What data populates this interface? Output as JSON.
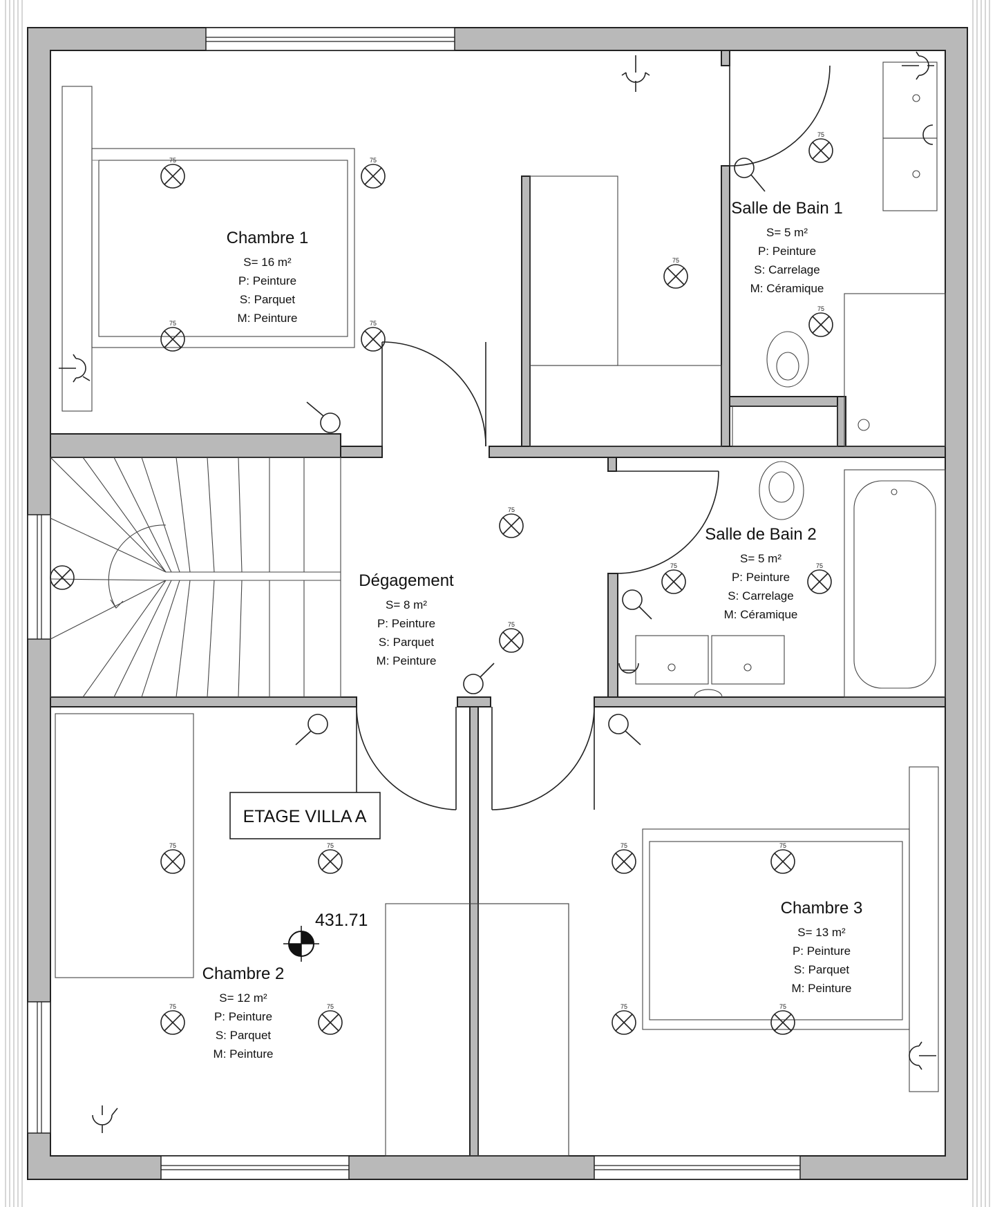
{
  "plan_title": "ETAGE VILLA A",
  "elevation_marker": "431.71",
  "light_fixture_label": "75",
  "rooms": [
    {
      "id": "chambre1",
      "name": "Chambre 1",
      "surface": "S= 16 m²",
      "plafond": "P: Peinture",
      "sol": "S: Parquet",
      "mur": "M: Peinture"
    },
    {
      "id": "sdb1",
      "name": "Salle de Bain 1",
      "surface": "S= 5 m²",
      "plafond": "P: Peinture",
      "sol": "S: Carrelage",
      "mur": "M: Céramique"
    },
    {
      "id": "degagement",
      "name": "Dégagement",
      "surface": "S= 8 m²",
      "plafond": "P: Peinture",
      "sol": "S: Parquet",
      "mur": "M: Peinture"
    },
    {
      "id": "sdb2",
      "name": "Salle de Bain 2",
      "surface": "S= 5 m²",
      "plafond": "P: Peinture",
      "sol": "S: Carrelage",
      "mur": "M: Céramique"
    },
    {
      "id": "chambre2",
      "name": "Chambre 2",
      "surface": "S= 12 m²",
      "plafond": "P: Peinture",
      "sol": "S: Parquet",
      "mur": "M: Peinture"
    },
    {
      "id": "chambre3",
      "name": "Chambre 3",
      "surface": "S= 13 m²",
      "plafond": "P: Peinture",
      "sol": "S: Parquet",
      "mur": "M: Peinture"
    }
  ]
}
